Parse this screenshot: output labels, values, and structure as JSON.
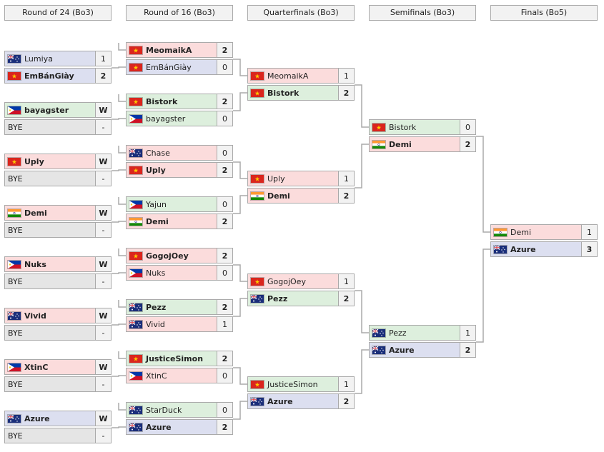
{
  "colors": {
    "win": "#ddefdd",
    "lose": "#fbdcdc",
    "azure": "#dcdff0",
    "lumiya": "#dcdfef",
    "bye": "#e5e5e5",
    "line": "#aaaaaa",
    "header_bg": "#f2f2f2"
  },
  "rounds": [
    {
      "label": "Round of 24 (Bo3)"
    },
    {
      "label": "Round of 16 (Bo3)"
    },
    {
      "label": "Quarterfinals (Bo3)"
    },
    {
      "label": "Semifinals (Bo3)"
    },
    {
      "label": "Finals (Bo5)"
    }
  ],
  "matches": {
    "r24": [
      [
        {
          "flag": "au",
          "name": "Lumiya",
          "score": "1",
          "bold": false,
          "bg": "lumiya"
        },
        {
          "flag": "vn",
          "name": "EmBánGiày",
          "score": "2",
          "bold": true,
          "bg": "azure"
        }
      ],
      [
        {
          "flag": "ph",
          "name": "bayagster",
          "score": "W",
          "bold": true,
          "bg": "win"
        },
        {
          "flag": "",
          "name": "BYE",
          "score": "-",
          "bold": false,
          "bg": "bye"
        }
      ],
      [
        {
          "flag": "vn",
          "name": "Uply",
          "score": "W",
          "bold": true,
          "bg": "lose"
        },
        {
          "flag": "",
          "name": "BYE",
          "score": "-",
          "bold": false,
          "bg": "bye"
        }
      ],
      [
        {
          "flag": "in",
          "name": "Demi",
          "score": "W",
          "bold": true,
          "bg": "lose"
        },
        {
          "flag": "",
          "name": "BYE",
          "score": "-",
          "bold": false,
          "bg": "bye"
        }
      ],
      [
        {
          "flag": "ph",
          "name": "Nuks",
          "score": "W",
          "bold": true,
          "bg": "lose"
        },
        {
          "flag": "",
          "name": "BYE",
          "score": "-",
          "bold": false,
          "bg": "bye"
        }
      ],
      [
        {
          "flag": "au",
          "name": "Vivid",
          "score": "W",
          "bold": true,
          "bg": "lose"
        },
        {
          "flag": "",
          "name": "BYE",
          "score": "-",
          "bold": false,
          "bg": "bye"
        }
      ],
      [
        {
          "flag": "ph",
          "name": "XtinC",
          "score": "W",
          "bold": true,
          "bg": "lose"
        },
        {
          "flag": "",
          "name": "BYE",
          "score": "-",
          "bold": false,
          "bg": "bye"
        }
      ],
      [
        {
          "flag": "au",
          "name": "Azure",
          "score": "W",
          "bold": true,
          "bg": "azure"
        },
        {
          "flag": "",
          "name": "BYE",
          "score": "-",
          "bold": false,
          "bg": "bye"
        }
      ]
    ],
    "r16": [
      [
        {
          "flag": "vn",
          "name": "MeomaikA",
          "score": "2",
          "bold": true,
          "bg": "lose"
        },
        {
          "flag": "vn",
          "name": "EmBánGiày",
          "score": "0",
          "bold": false,
          "bg": "azure"
        }
      ],
      [
        {
          "flag": "vn",
          "name": "Bistork",
          "score": "2",
          "bold": true,
          "bg": "win"
        },
        {
          "flag": "ph",
          "name": "bayagster",
          "score": "0",
          "bold": false,
          "bg": "win"
        }
      ],
      [
        {
          "flag": "au",
          "name": "Chase",
          "score": "0",
          "bold": false,
          "bg": "lose"
        },
        {
          "flag": "vn",
          "name": "Uply",
          "score": "2",
          "bold": true,
          "bg": "lose"
        }
      ],
      [
        {
          "flag": "ph",
          "name": "Yajun",
          "score": "0",
          "bold": false,
          "bg": "win"
        },
        {
          "flag": "in",
          "name": "Demi",
          "score": "2",
          "bold": true,
          "bg": "lose"
        }
      ],
      [
        {
          "flag": "vn",
          "name": "GogojOey",
          "score": "2",
          "bold": true,
          "bg": "lose"
        },
        {
          "flag": "ph",
          "name": "Nuks",
          "score": "0",
          "bold": false,
          "bg": "lose"
        }
      ],
      [
        {
          "flag": "au",
          "name": "Pezz",
          "score": "2",
          "bold": true,
          "bg": "win"
        },
        {
          "flag": "au",
          "name": "Vivid",
          "score": "1",
          "bold": false,
          "bg": "lose"
        }
      ],
      [
        {
          "flag": "vn",
          "name": "JusticeSimon",
          "score": "2",
          "bold": true,
          "bg": "win"
        },
        {
          "flag": "ph",
          "name": "XtinC",
          "score": "0",
          "bold": false,
          "bg": "lose"
        }
      ],
      [
        {
          "flag": "au",
          "name": "StarDuck",
          "score": "0",
          "bold": false,
          "bg": "win"
        },
        {
          "flag": "au",
          "name": "Azure",
          "score": "2",
          "bold": true,
          "bg": "azure"
        }
      ]
    ],
    "qf": [
      [
        {
          "flag": "vn",
          "name": "MeomaikA",
          "score": "1",
          "bold": false,
          "bg": "lose"
        },
        {
          "flag": "vn",
          "name": "Bistork",
          "score": "2",
          "bold": true,
          "bg": "win"
        }
      ],
      [
        {
          "flag": "vn",
          "name": "Uply",
          "score": "1",
          "bold": false,
          "bg": "lose"
        },
        {
          "flag": "in",
          "name": "Demi",
          "score": "2",
          "bold": true,
          "bg": "lose"
        }
      ],
      [
        {
          "flag": "vn",
          "name": "GogojOey",
          "score": "1",
          "bold": false,
          "bg": "lose"
        },
        {
          "flag": "au",
          "name": "Pezz",
          "score": "2",
          "bold": true,
          "bg": "win"
        }
      ],
      [
        {
          "flag": "vn",
          "name": "JusticeSimon",
          "score": "1",
          "bold": false,
          "bg": "win"
        },
        {
          "flag": "au",
          "name": "Azure",
          "score": "2",
          "bold": true,
          "bg": "azure"
        }
      ]
    ],
    "sf": [
      [
        {
          "flag": "vn",
          "name": "Bistork",
          "score": "0",
          "bold": false,
          "bg": "win"
        },
        {
          "flag": "in",
          "name": "Demi",
          "score": "2",
          "bold": true,
          "bg": "lose"
        }
      ],
      [
        {
          "flag": "au",
          "name": "Pezz",
          "score": "1",
          "bold": false,
          "bg": "win"
        },
        {
          "flag": "au",
          "name": "Azure",
          "score": "2",
          "bold": true,
          "bg": "azure"
        }
      ]
    ],
    "final": [
      [
        {
          "flag": "in",
          "name": "Demi",
          "score": "1",
          "bold": false,
          "bg": "lose"
        },
        {
          "flag": "au",
          "name": "Azure",
          "score": "3",
          "bold": true,
          "bg": "azure"
        }
      ]
    ]
  }
}
